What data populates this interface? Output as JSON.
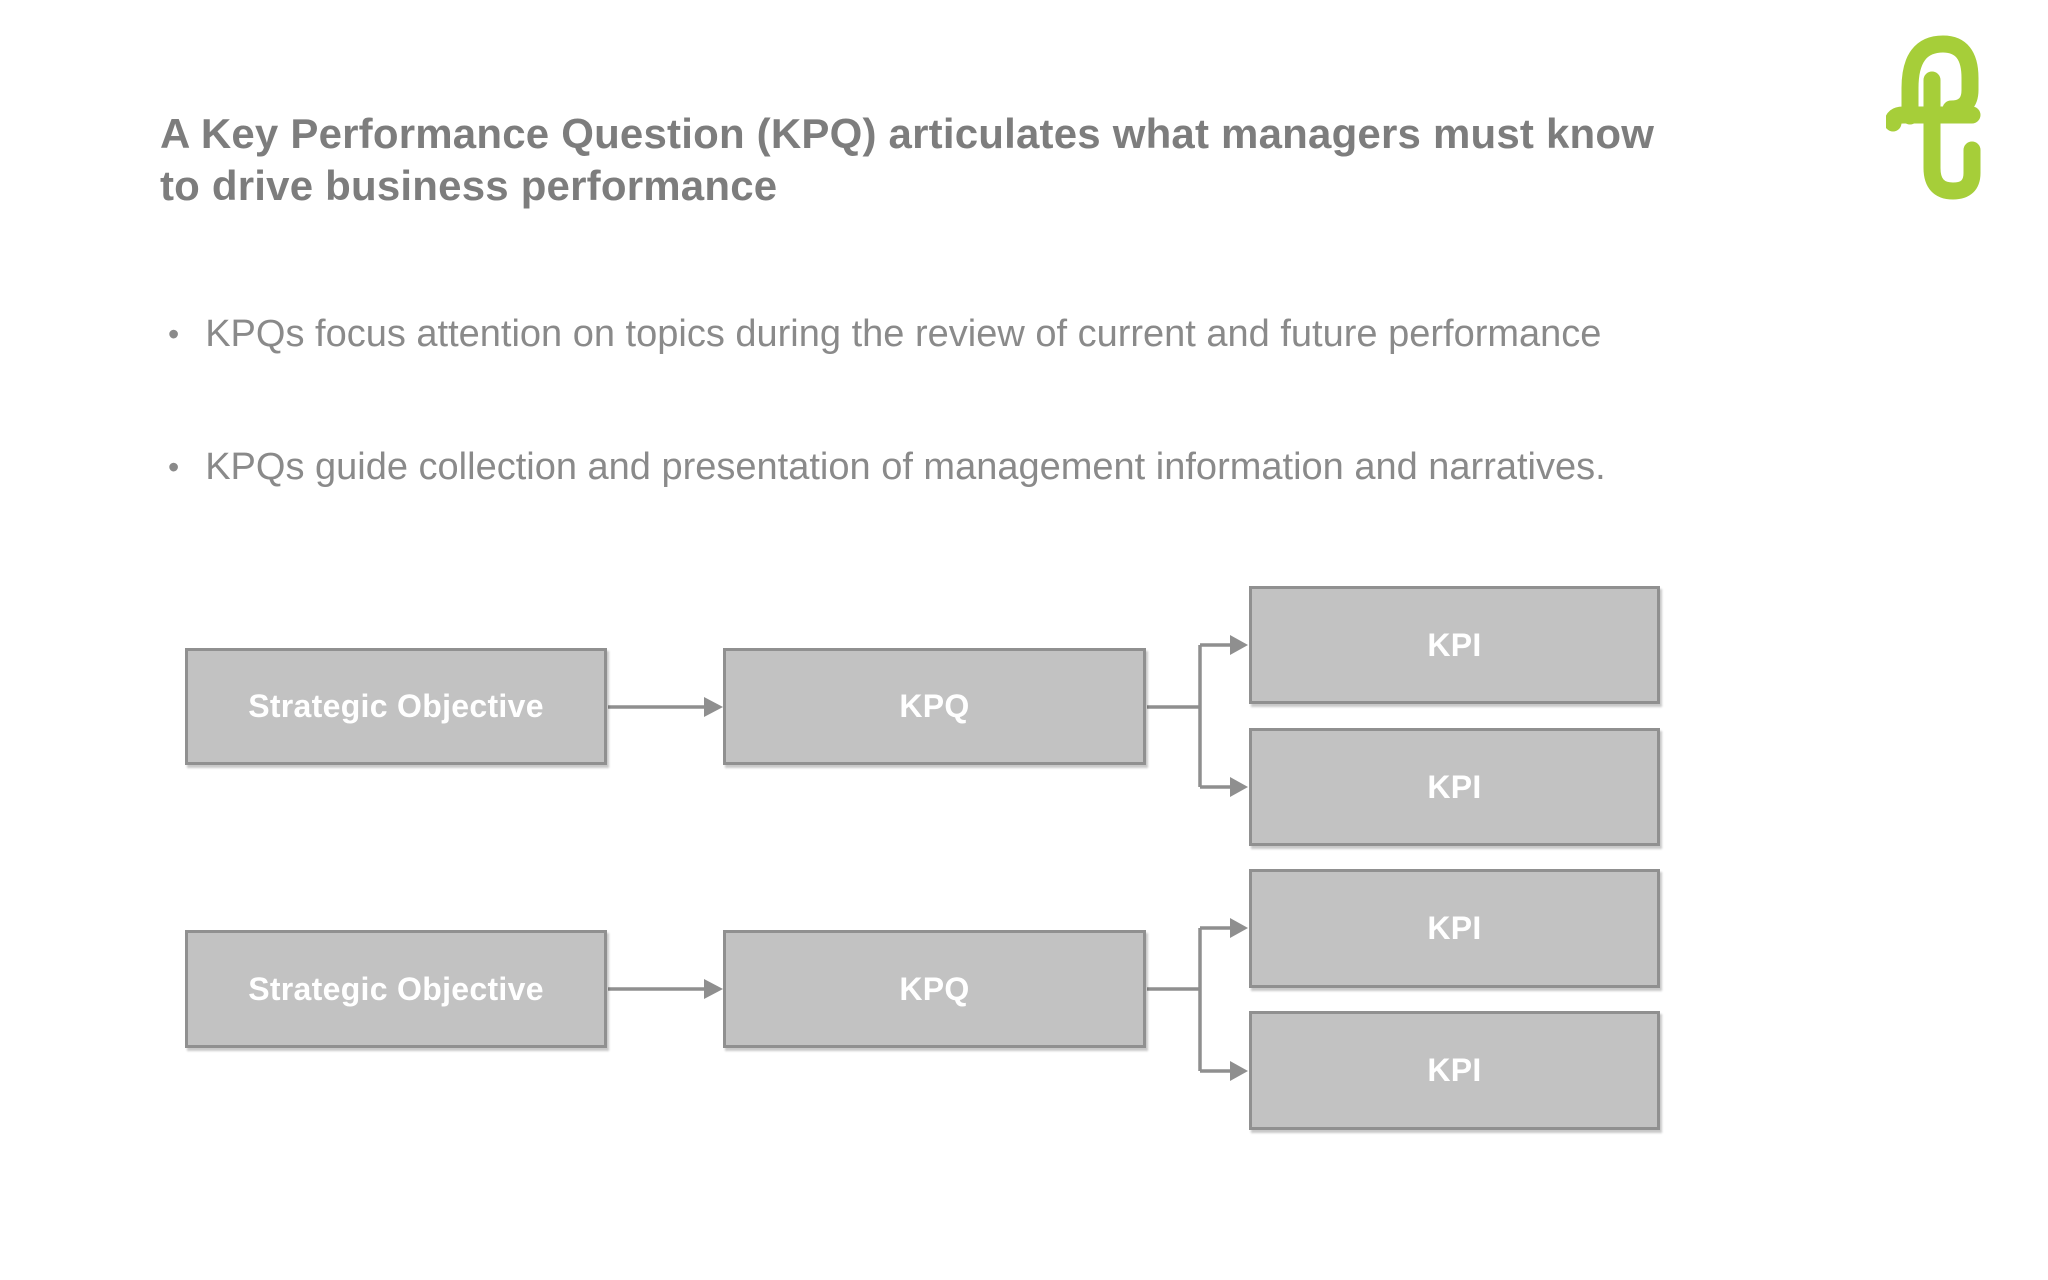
{
  "header": {
    "title_line1": "A Key Performance Question (KPQ) articulates what managers must know",
    "title_line2": "to drive business performance"
  },
  "bullet_char": "•",
  "bullets": [
    {
      "text": "KPQs focus attention on topics during the review of current and future performance"
    },
    {
      "text": "KPQs guide collection and presentation of management information and narratives."
    }
  ],
  "diagram": {
    "rows": [
      {
        "objective_label": "Strategic Objective",
        "kpq_label": "KPQ",
        "kpi_labels": [
          "KPI",
          "KPI"
        ]
      },
      {
        "objective_label": "Strategic Objective",
        "kpq_label": "KPQ",
        "kpi_labels": [
          "KPI",
          "KPI"
        ]
      }
    ]
  },
  "colors": {
    "title_text": "#7d7d7d",
    "body_text": "#8a8a8a",
    "box_fill": "#c2c2c2",
    "box_border": "#909090",
    "box_text": "#ffffff",
    "connector": "#8f8f8f",
    "logo_green": "#a6ce39"
  }
}
